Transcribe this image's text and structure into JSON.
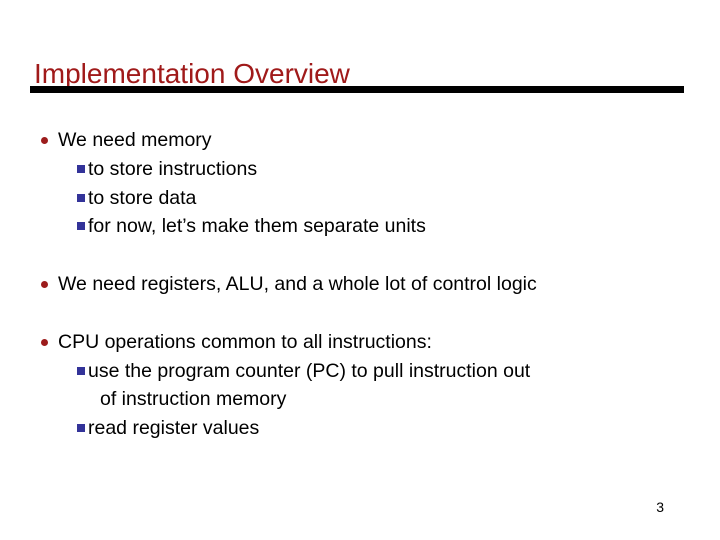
{
  "slide": {
    "title": "Implementation Overview",
    "accent_color": "#a01a1a",
    "rule_color": "#000000",
    "bullet_level1_color": "#9c1c1c",
    "bullet_level2_color": "#333399",
    "background_color": "#ffffff",
    "text_color": "#000000",
    "page_number": "3"
  },
  "body": {
    "blocks": [
      {
        "level1": "We need memory",
        "level2": [
          "to store instructions",
          "to store data",
          "for now, let’s make them separate units"
        ]
      },
      {
        "level1": "We need registers, ALU, and a whole lot of control logic",
        "level2": []
      },
      {
        "level1": "CPU operations common to all instructions:",
        "level2": [
          "use the program counter (PC) to pull instruction out",
          "of instruction memory",
          "read register values"
        ]
      }
    ]
  },
  "icons": {
    "bullet_round": "round-bullet-icon",
    "bullet_square": "square-bullet-icon"
  }
}
